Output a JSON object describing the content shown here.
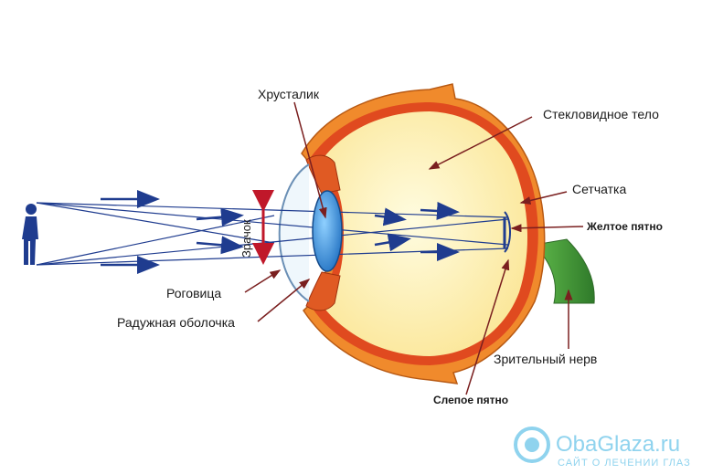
{
  "labels": {
    "lens": "Хрусталик",
    "vitreous": "Стекловидное тело",
    "retina": "Сетчатка",
    "macula": "Желтое пятно",
    "pupil": "Зрачок",
    "cornea": "Роговица",
    "iris": "Радужная оболочка",
    "optic_nerve": "Зрительный нерв",
    "blind_spot": "Слепое пятно"
  },
  "watermark": {
    "brand": "ObaGlaza.ru",
    "tagline": "САЙТ О ЛЕЧЕНИИ ГЛАЗ"
  },
  "colors": {
    "sclera": "#f08a2c",
    "choroid": "#e04a1f",
    "vitreous": "#fdf2b0",
    "lens": "#3a9de0",
    "rays": "#1f3c8f",
    "pupil_arrow": "#c0182a",
    "optic_nerve": "#3e9a3a",
    "watermark": "#8fd3ee"
  }
}
